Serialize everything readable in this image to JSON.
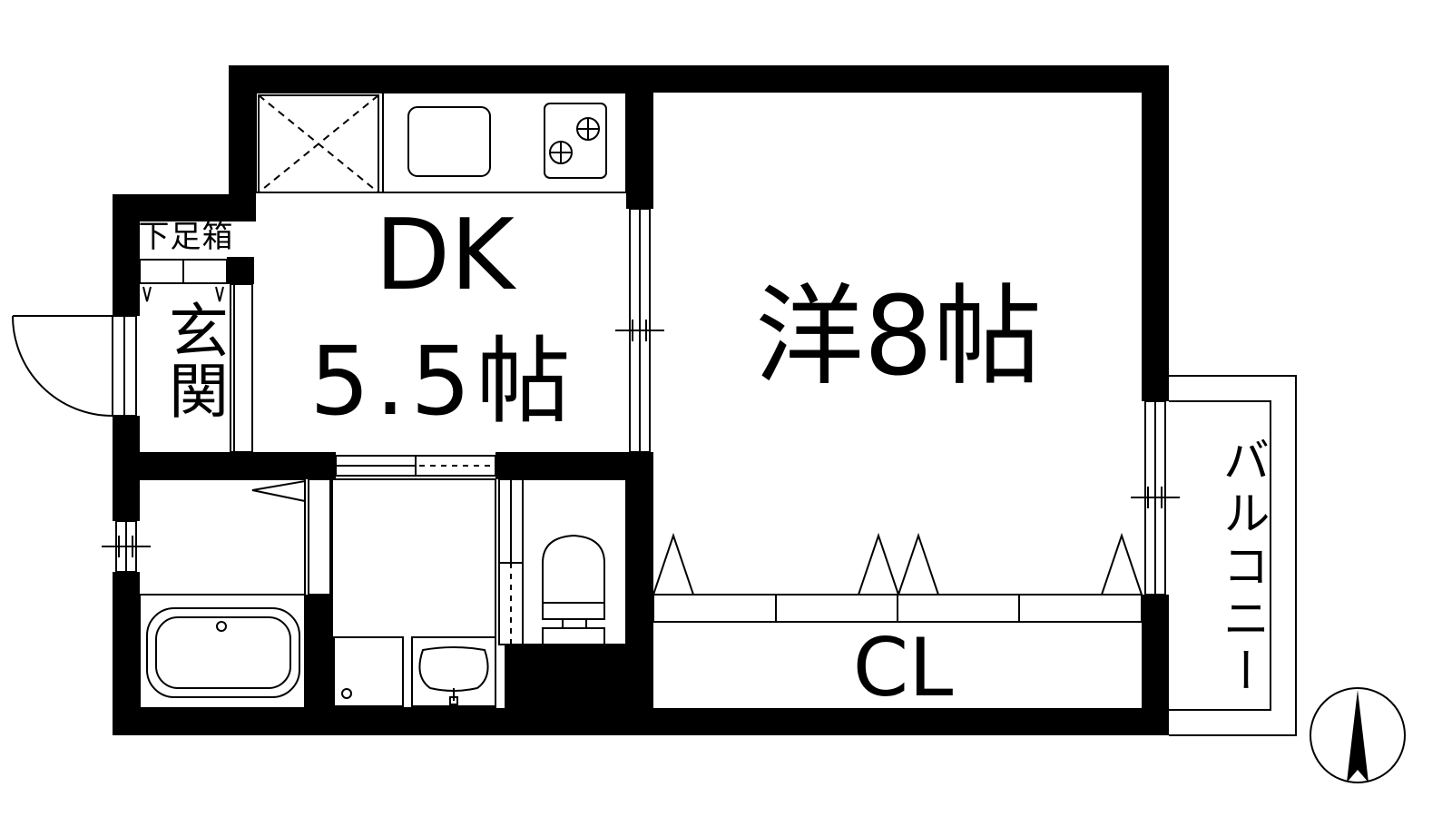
{
  "rooms": {
    "dk": {
      "name": "DK",
      "size": "5.5帖"
    },
    "western": {
      "label": "洋8帖"
    },
    "closet": {
      "label": "CL"
    },
    "entrance": {
      "label": "玄関"
    },
    "shoe_box": {
      "label": "下足箱"
    },
    "balcony": {
      "label": "バルコニー"
    }
  },
  "colors": {
    "wall": "#000000",
    "line": "#000000",
    "background": "#ffffff"
  },
  "icons": {
    "compass": "north-arrow-icon",
    "stove": "stove-icon",
    "sink": "kitchen-sink-icon",
    "refrigerator": "refrigerator-space-icon",
    "bathtub": "bathtub-icon",
    "toilet": "toilet-icon",
    "washbasin": "washbasin-icon",
    "washer": "washing-machine-space-icon",
    "door": "entrance-door-icon"
  }
}
